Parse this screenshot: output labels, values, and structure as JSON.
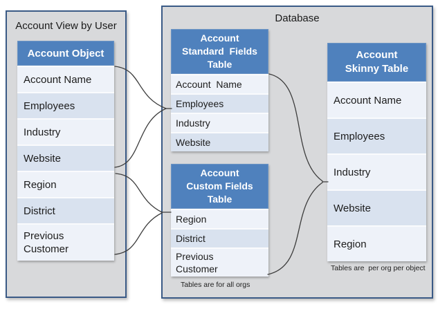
{
  "left_panel": {
    "title": "Account View by User",
    "table": {
      "header": "Account Object",
      "rows": [
        "Account Name",
        "Employees",
        "Industry",
        "Website",
        "Region",
        "District",
        "Previous\nCustomer"
      ]
    }
  },
  "database_panel": {
    "title": "Database",
    "standard_table": {
      "header": "Account\nStandard  Fields\nTable",
      "rows": [
        "Account  Name",
        "Employees",
        "Industry",
        "Website"
      ]
    },
    "custom_table": {
      "header": "Account\nCustom Fields\nTable",
      "rows": [
        "Region",
        "District",
        "Previous\nCustomer"
      ],
      "caption": "Tables are for all orgs"
    },
    "skinny_table": {
      "header": "Account\nSkinny Table",
      "rows": [
        "Account Name",
        "Employees",
        "Industry",
        "Website",
        "Region"
      ],
      "caption": "Tables are  per org per object"
    }
  },
  "colors": {
    "table_header_bg": "#4f81bd",
    "table_header_text": "#ffffff",
    "row_light_blue": "#d9e2ef",
    "row_near_white": "#eef2f9",
    "panel_background": "#d8d9db",
    "panel_border": "#3a5a86",
    "connector_line": "#3c3c3c"
  }
}
